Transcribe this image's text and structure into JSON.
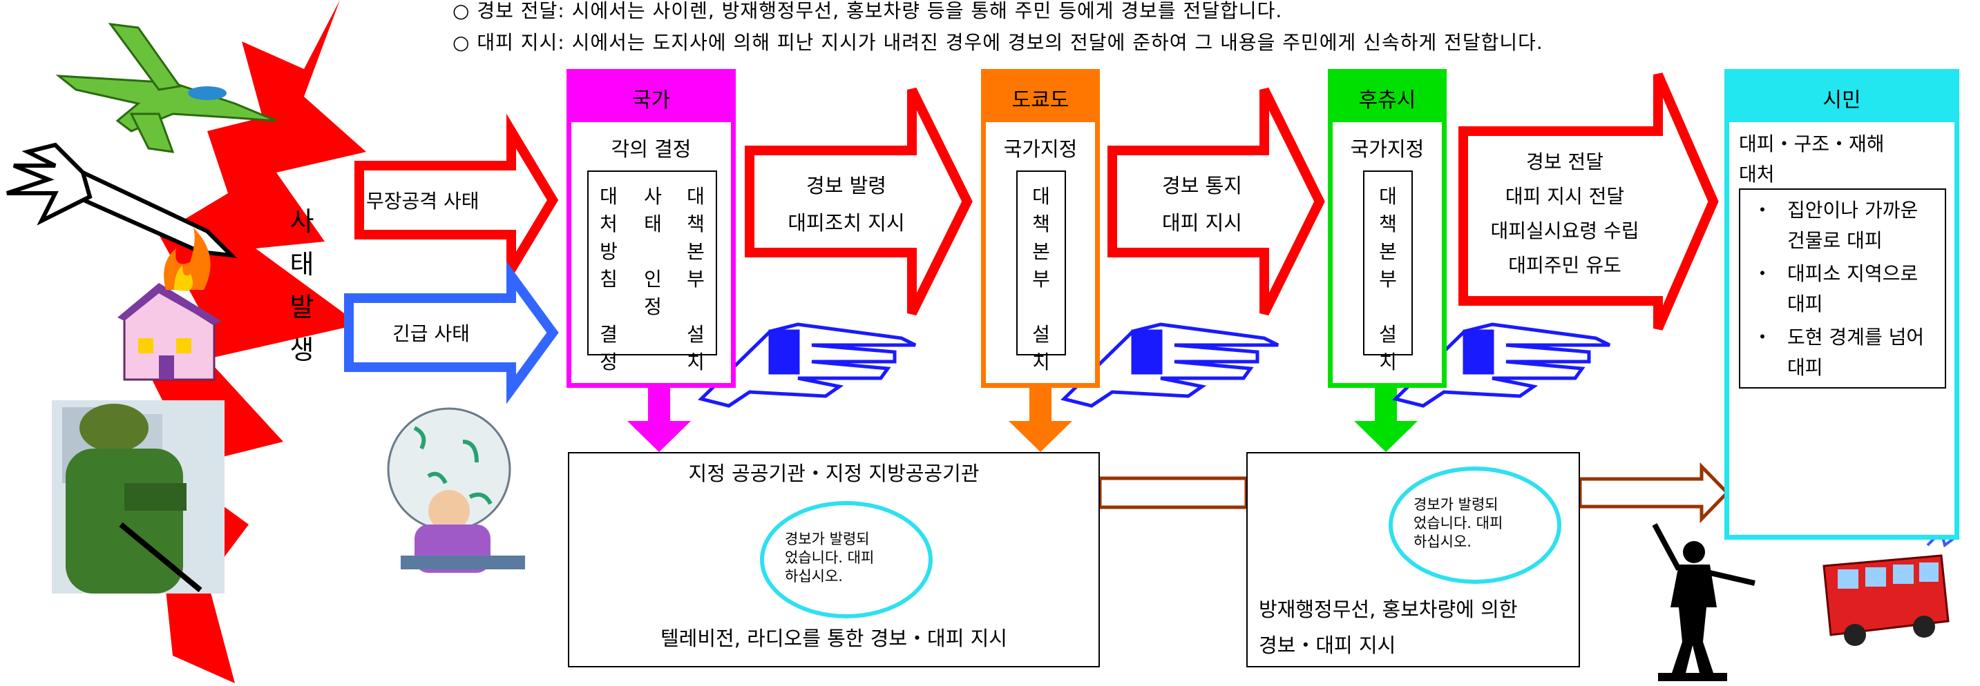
{
  "intro": {
    "line1": "○ 경보 전달: 시에서는 사이렌, 방재행정무선, 홍보차량 등을 통해 주민 등에게 경보를 전달합니다.",
    "line2": "○ 대피 지시: 시에서는 도지사에 의해 피난 지시가 내려진 경우에 경보의 전달에 준하여 그 내용을 주민에게 신속하게 전달합니다."
  },
  "event": {
    "label": "사태발생",
    "chars": [
      "사",
      "태",
      "발",
      "생"
    ]
  },
  "triggers": {
    "armed_attack": "무장공격 사태",
    "emergency": "긴급 사태"
  },
  "stages": {
    "state": {
      "title": "국가",
      "subtitle": "각의 결정",
      "columns": [
        "대\n처\n방\n침\n\n결\n정",
        "사\n태\n\n인\n정",
        "대\n책\n본\n부\n\n설\n치"
      ],
      "color": "#ff00ff"
    },
    "tokyo": {
      "title": "도쿄도",
      "subtitle": "국가지정",
      "columns": [
        "대\n책\n본\n부\n\n설\n치"
      ],
      "color": "#ff7700"
    },
    "city": {
      "title": "후츄시",
      "subtitle": "국가지정",
      "columns": [
        "대\n책\n본\n부\n\n설\n치"
      ],
      "color": "#00e000"
    },
    "citizen": {
      "title": "시민",
      "subtitle_line1": "대피・구조・재해",
      "subtitle_line2": "대처",
      "bullets": [
        {
          "dot": "・",
          "line1": "집안이나 가까운",
          "line2": "건물로 대피"
        },
        {
          "dot": "・",
          "line1": "대피소 지역으로",
          "line2": "대피"
        },
        {
          "dot": "・",
          "line1": "도현 경계를 넘어",
          "line2": "대피"
        }
      ],
      "color": "#22e6f0"
    }
  },
  "flows": {
    "state_to_tokyo": {
      "line1": "경보 발령",
      "line2": "대피조치 지시"
    },
    "tokyo_to_city": {
      "line1": "경보 통지",
      "line2": "대피 지시"
    },
    "city_to_citizen": {
      "line1": "경보 전달",
      "line2": "대피 지시 전달",
      "line3": "대피실시요령 수립",
      "line4": "대피주민 유도"
    }
  },
  "broadcast": {
    "title": "지정 공공기관・지정 지방공공기관",
    "caption": "텔레비전, 라디오를 통한 경보・대피 지시",
    "bubble": {
      "line1": "경보가 발령되",
      "line2": "었습니다. 대피",
      "line3": "하십시오."
    }
  },
  "local": {
    "caption_line1": "방재행정무선, 홍보차량에 의한",
    "caption_line2": "경보・대피 지시",
    "bubble": {
      "line1": "경보가 발령되",
      "line2": "었습니다. 대피",
      "line3": "하십시오."
    }
  },
  "colors": {
    "red": "#ff0000",
    "blue": "#3366ff",
    "brown": "#993300",
    "cyan": "#22e6f0"
  },
  "icons": [
    "fighter-jet-icon",
    "missile-icon",
    "burning-house-icon",
    "soldier-icon",
    "scientist-icon",
    "pointing-hand-icon",
    "television-icon",
    "radio-icon",
    "megaphone-icon",
    "running-people-icon",
    "police-officer-icon",
    "bus-icon"
  ]
}
